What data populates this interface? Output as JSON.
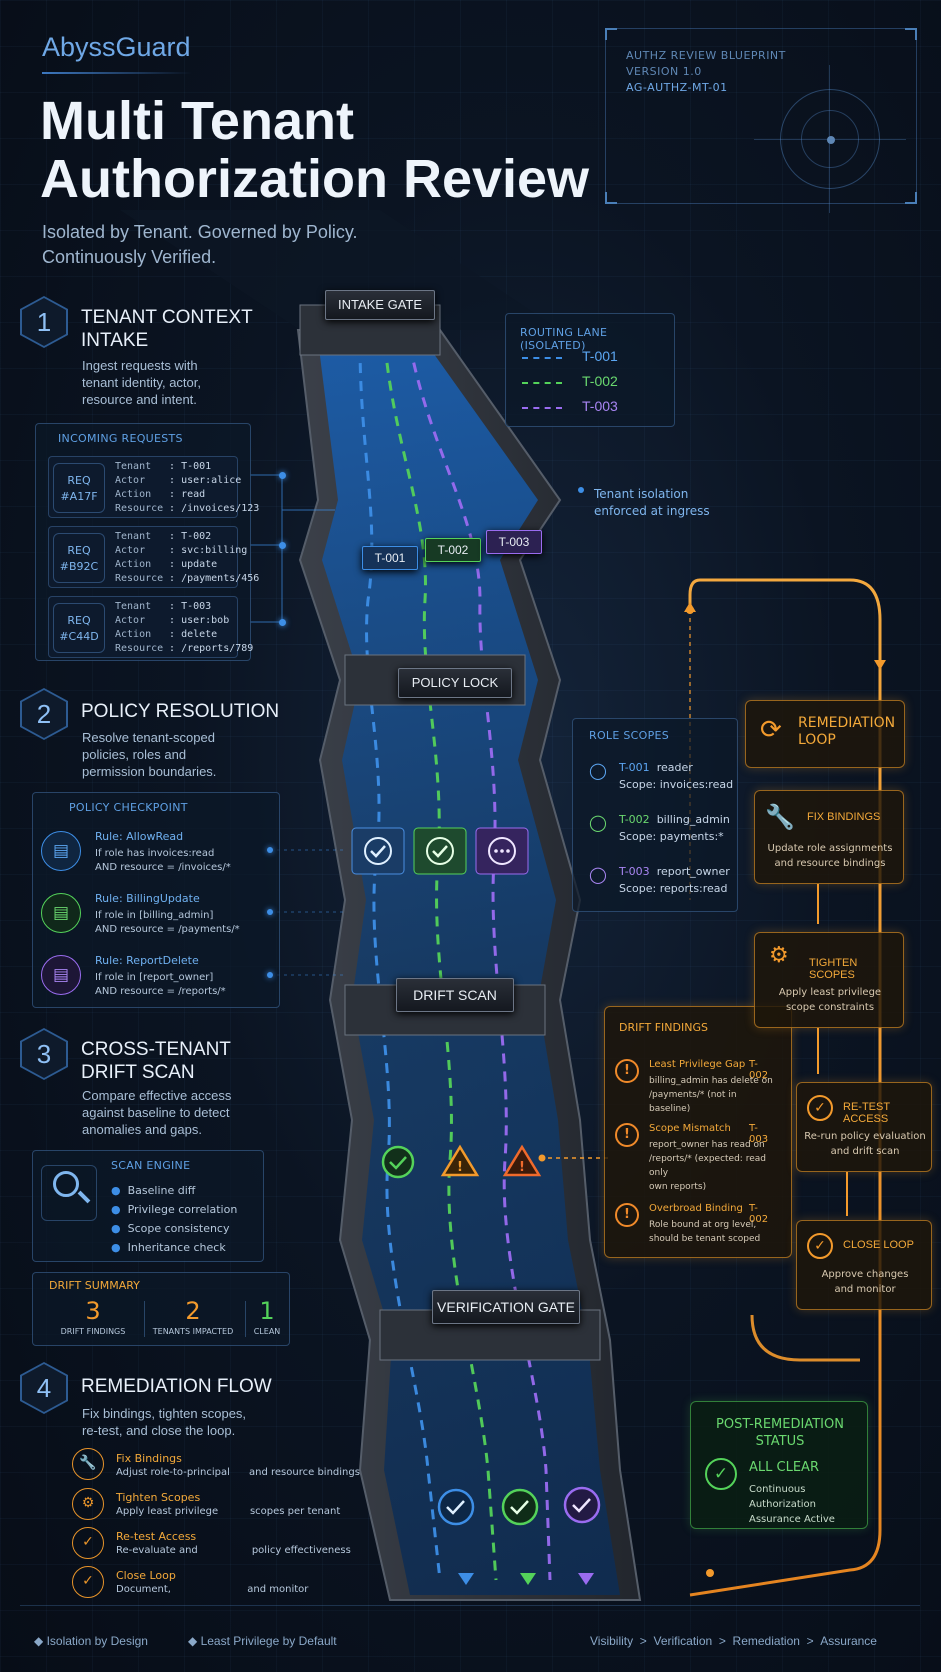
{
  "brand": "AbyssGuard",
  "title_line1": "Multi Tenant",
  "title_line2": "Authorization Review",
  "subtitle_line1": "Isolated by Tenant. Governed by Policy.",
  "subtitle_line2": "Continuously Verified.",
  "blueprint": {
    "line1": "AUTHZ REVIEW BLUEPRINT",
    "line2": "VERSION 1.0",
    "line3": "AG-AUTHZ-MT-01"
  },
  "colors": {
    "t1": "#3d8ee6",
    "t2": "#54d25a",
    "t3": "#9a6cf0",
    "accent_orange": "#f39a2c"
  },
  "step1": {
    "num": "1",
    "title_l1": "TENANT CONTEXT",
    "title_l2": "INTAKE",
    "desc_l1": "Ingest requests with",
    "desc_l2": "tenant identity, actor,",
    "desc_l3": "resource and intent.",
    "panel_title": "INCOMING REQUESTS",
    "requests": [
      {
        "id_l1": "REQ",
        "id_l2": "#A17F",
        "tenant": "T-001",
        "actor": "user:alice",
        "action": "read",
        "resource": "/invoices/123"
      },
      {
        "id_l1": "REQ",
        "id_l2": "#B92C",
        "tenant": "T-002",
        "actor": "svc:billing",
        "action": "update",
        "resource": "/payments/456"
      },
      {
        "id_l1": "REQ",
        "id_l2": "#C44D",
        "tenant": "T-003",
        "actor": "user:bob",
        "action": "delete",
        "resource": "/reports/789"
      }
    ],
    "k_tenant": "Tenant",
    "k_actor": "Actor",
    "k_action": "Action",
    "k_resource": "Resource",
    "sep": ":"
  },
  "routing": {
    "title": "ROUTING LANE (ISOLATED)",
    "lanes": [
      "T-001",
      "T-002",
      "T-003"
    ]
  },
  "isolation_note_l1": "Tenant isolation",
  "isolation_note_l2": "enforced at ingress",
  "gates": {
    "intake": "INTAKE GATE",
    "policy": "POLICY LOCK",
    "drift": "DRIFT SCAN",
    "verify": "VERIFICATION GATE"
  },
  "lane_tags": [
    "T-001",
    "T-002",
    "T-003"
  ],
  "step2": {
    "num": "2",
    "title": "POLICY RESOLUTION",
    "desc_l1": "Resolve tenant-scoped",
    "desc_l2": "policies, roles and",
    "desc_l3": "permission boundaries.",
    "panel_title": "POLICY CHECKPOINT",
    "rules": [
      {
        "name": "Rule: AllowRead",
        "l1": "If role has invoices:read",
        "l2": "AND resource = /invoices/*"
      },
      {
        "name": "Rule: BillingUpdate",
        "l1": "If role in [billing_admin]",
        "l2": "AND resource = /payments/*"
      },
      {
        "name": "Rule: ReportDelete",
        "l1": "If role in [report_owner]",
        "l2": "AND resource = /reports/*"
      }
    ]
  },
  "role_scopes": {
    "title": "ROLE SCOPES",
    "scope_label": "Scope:",
    "items": [
      {
        "tenant": "T-001",
        "role": "reader",
        "scope": "invoices:read"
      },
      {
        "tenant": "T-002",
        "role": "billing_admin",
        "scope": "payments:*"
      },
      {
        "tenant": "T-003",
        "role": "report_owner",
        "scope": "reports:read"
      }
    ]
  },
  "step3": {
    "num": "3",
    "title_l1": "CROSS-TENANT",
    "title_l2": "DRIFT SCAN",
    "desc_l1": "Compare effective access",
    "desc_l2": "against baseline to detect",
    "desc_l3": "anomalies and gaps.",
    "engine_title": "SCAN ENGINE",
    "engine_items": [
      "Baseline diff",
      "Privilege correlation",
      "Scope consistency",
      "Inheritance check"
    ],
    "summary_title": "DRIFT SUMMARY",
    "summary": [
      {
        "value": "3",
        "label": "DRIFT FINDINGS"
      },
      {
        "value": "2",
        "label": "TENANTS IMPACTED"
      },
      {
        "value": "1",
        "label": "CLEAN"
      }
    ]
  },
  "drift_findings": {
    "title": "DRIFT FINDINGS",
    "items": [
      {
        "name": "Least Privilege Gap",
        "tenant": "T-002",
        "d1": "billing_admin has delete on",
        "d2": "/payments/* (not in baseline)",
        "d3": ""
      },
      {
        "name": "Scope Mismatch",
        "tenant": "T-003",
        "d1": "report_owner has read on",
        "d2": "/reports/* (expected: read only",
        "d3": "own reports)"
      },
      {
        "name": "Overbroad Binding",
        "tenant": "T-002",
        "d1": "Role bound at org level,",
        "d2": "should be tenant scoped",
        "d3": ""
      }
    ]
  },
  "remediation_loop": {
    "title_l1": "REMEDIATION",
    "title_l2": "LOOP",
    "fix_title": "FIX BINDINGS",
    "fix_l1": "Update role assignments",
    "fix_l2": "and resource bindings",
    "tighten_title": "TIGHTEN SCOPES",
    "tighten_l1": "Apply least privilege",
    "tighten_l2": "scope constraints",
    "retest_title": "RE-TEST ACCESS",
    "retest_l1": "Re-run policy evaluation",
    "retest_l2": "and drift scan",
    "close_title": "CLOSE LOOP",
    "close_l1": "Approve changes",
    "close_l2": "and monitor"
  },
  "step4": {
    "num": "4",
    "title": "REMEDIATION FLOW",
    "desc_l1": "Fix bindings, tighten scopes,",
    "desc_l2": "re-test, and close the loop.",
    "items": [
      {
        "name": "Fix Bindings",
        "a": "Adjust role-to-principal",
        "b": "and resource bindings"
      },
      {
        "name": "Tighten Scopes",
        "a": "Apply least privilege",
        "b": "scopes per tenant"
      },
      {
        "name": "Re-test Access",
        "a": "Re-evaluate and",
        "b": "policy effectiveness"
      },
      {
        "name": "Close Loop",
        "a": "Document,",
        "b": "and monitor"
      }
    ]
  },
  "post_status": {
    "title_l1": "POST-REMEDIATION",
    "title_l2": "STATUS",
    "state": "ALL CLEAR",
    "l1": "Continuous Authorization",
    "l2": "Assurance Active"
  },
  "footer": {
    "left1": "Isolation by Design",
    "left2": "Least Privilege by Default",
    "right": [
      "Visibility",
      "Verification",
      "Remediation",
      "Assurance"
    ],
    "sep": ">"
  }
}
